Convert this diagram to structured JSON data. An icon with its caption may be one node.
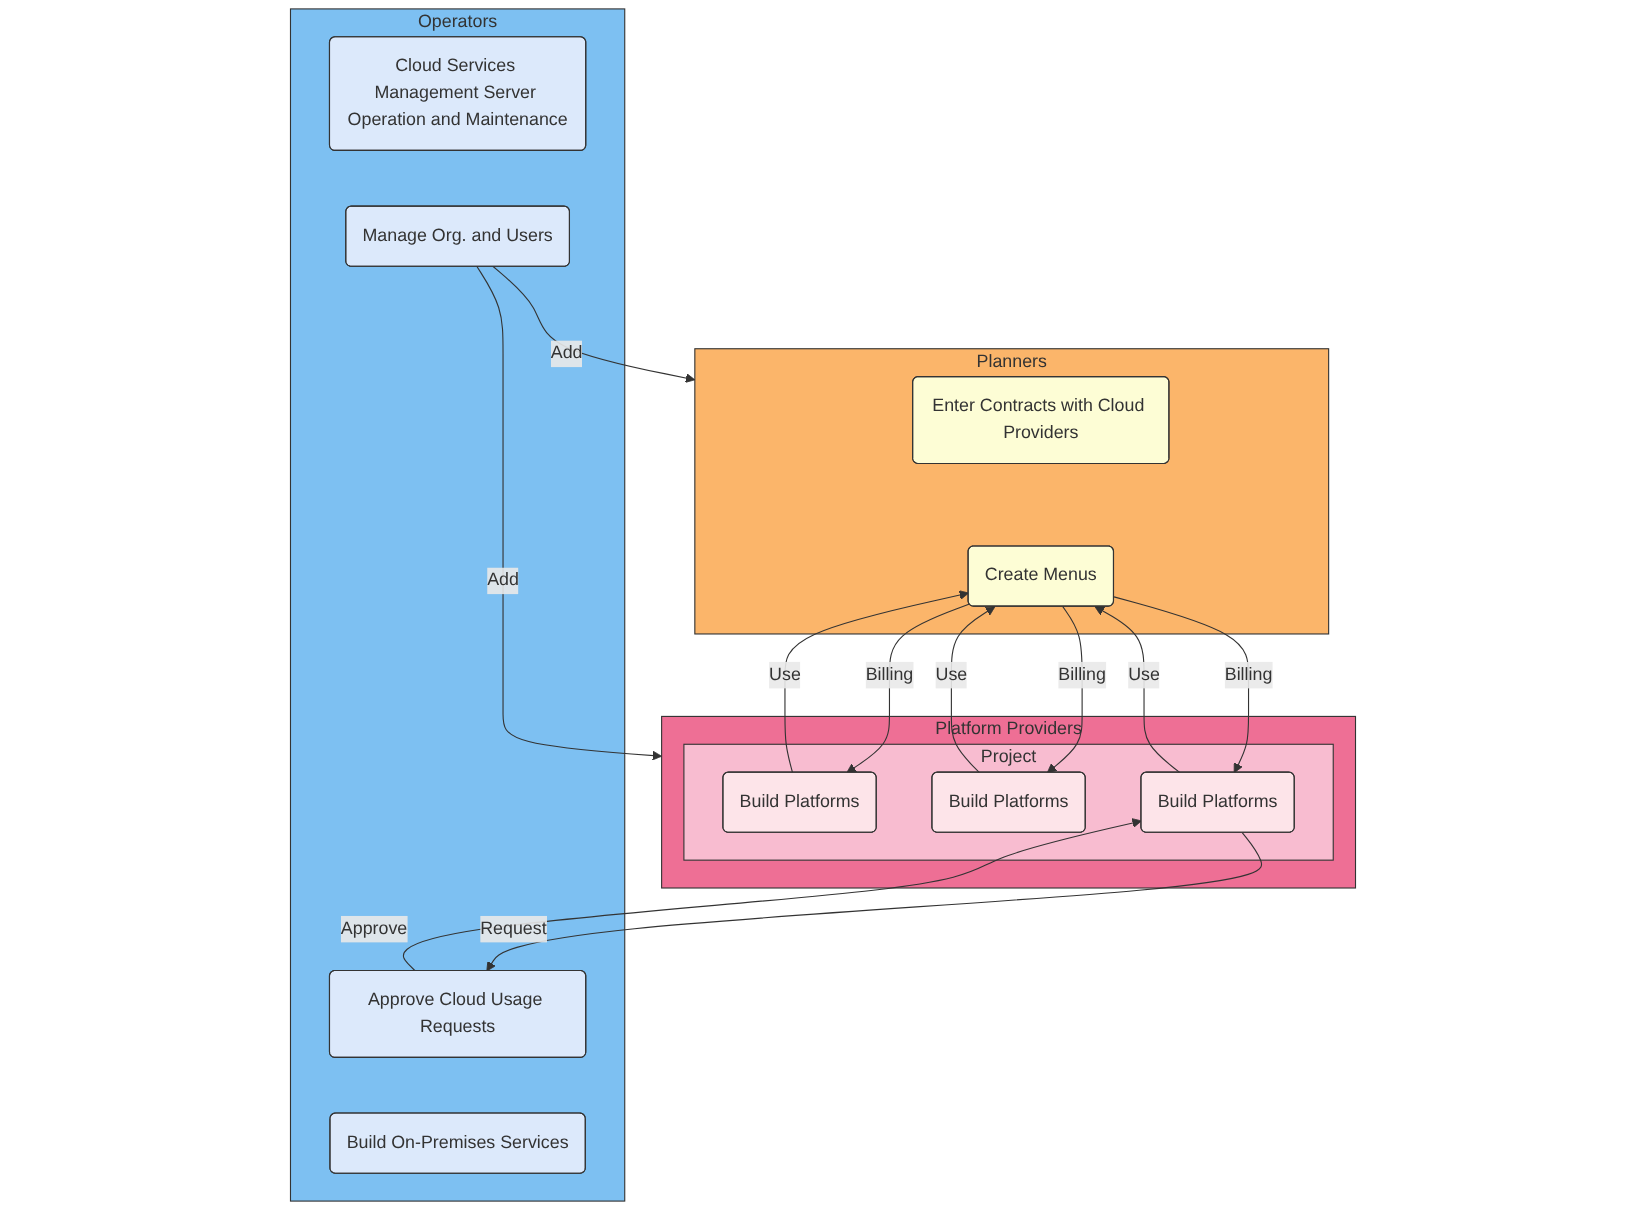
{
  "diagram": {
    "nodes": [
      {
        "text": [
          "Planners"
        ]
      },
      {
        "text": [
          "Enter Contracts with Cloud Providers"
        ],
        "in": 0
      },
      {
        "text": [
          "Create Menus"
        ],
        "in": 0
      },
      {
        "text": [
          "Operators"
        ]
      },
      {
        "text": [
          "Cloud Services Management Server Operation and Maintenance"
        ],
        "in": 3
      },
      {
        "text": [
          "Manage Org. and Users"
        ],
        "in": 3
      },
      {
        "text": [
          "Approve Cloud Usage Requests"
        ],
        "in": 3
      },
      {
        "text": [
          "Build On-Premises Services"
        ],
        "in": 3
      },
      {
        "text": [
          "Platform Providers"
        ]
      },
      {
        "text": [
          "Project"
        ],
        "in": 8
      },
      {
        "text": [
          "Build Platforms"
        ],
        "in": 9
      },
      {
        "text": [
          "Build Platforms"
        ],
        "in": 9
      },
      {
        "text": [
          "Build Platforms"
        ],
        "in": 9
      }
    ],
    "edges": [
      {
        "from": 10,
        "to": 2,
        "arrow": "to",
        "label": "Use"
      },
      {
        "from": 2,
        "to": 10,
        "arrow": "to",
        "label": "Billing"
      },
      {
        "from": 11,
        "to": 2,
        "arrow": "to",
        "label": "Use"
      },
      {
        "from": 2,
        "to": 11,
        "arrow": "to",
        "label": "Billing"
      },
      {
        "from": 12,
        "to": 2,
        "arrow": "to",
        "label": "Use"
      },
      {
        "from": 2,
        "to": 12,
        "arrow": "to",
        "label": "Billing"
      },
      {
        "from": 5,
        "to": 0,
        "arrow": "to",
        "label": "Add"
      },
      {
        "from": 5,
        "to": 8,
        "arrow": "to",
        "label": "Add"
      },
      {
        "from": 12,
        "to": 6,
        "arrow": "to",
        "label": "Request"
      },
      {
        "from": 6,
        "to": 12,
        "arrow": "to",
        "label": "Approve"
      }
    ]
  }
}
